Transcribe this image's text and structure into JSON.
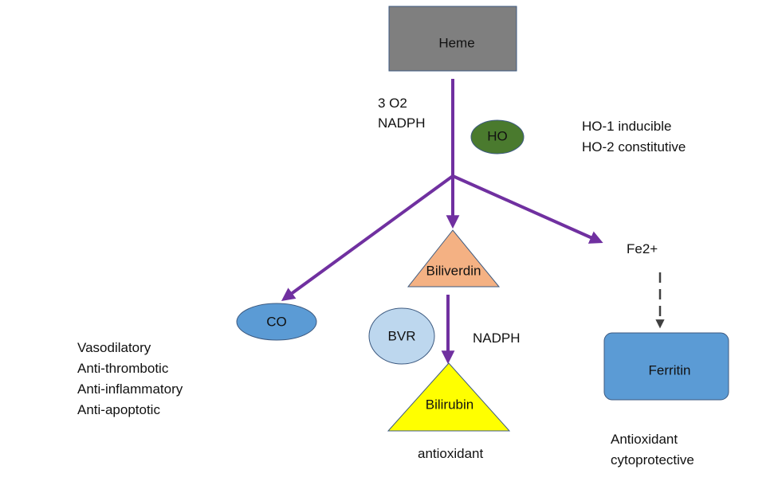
{
  "nodes": {
    "heme": {
      "label": "Heme"
    },
    "ho": {
      "label": "HO"
    },
    "co": {
      "label": "CO"
    },
    "biliverdin": {
      "label": "Biliverdin"
    },
    "bvr": {
      "label": "BVR"
    },
    "bilirubin": {
      "label": "Bilirubin"
    },
    "fe2": {
      "label": "Fe2+"
    },
    "ferritin": {
      "label": "Ferritin"
    }
  },
  "annotations": {
    "cofactors_top": [
      "3 O2",
      "NADPH"
    ],
    "ho_isoforms": [
      "HO-1 inducible",
      "HO-2 constitutive"
    ],
    "co_effects": [
      "Vasodilatory",
      "Anti-thrombotic",
      "Anti-inflammatory",
      "Anti-apoptotic"
    ],
    "bvr_cofactor": "NADPH",
    "bilirubin_effect": "antioxidant",
    "ferritin_effects": [
      "Antioxidant",
      "cytoprotective"
    ]
  },
  "colors": {
    "heme_fill": "#7f7f7f",
    "heme_stroke": "#3d5a80",
    "ho_fill": "#4a7a2e",
    "co_fill": "#5b9bd5",
    "biliverdin_fill": "#f4b183",
    "bvr_fill": "#bdd7ee",
    "bilirubin_fill": "#ffff00",
    "ferritin_fill": "#5b9bd5",
    "arrow": "#7030a0"
  }
}
